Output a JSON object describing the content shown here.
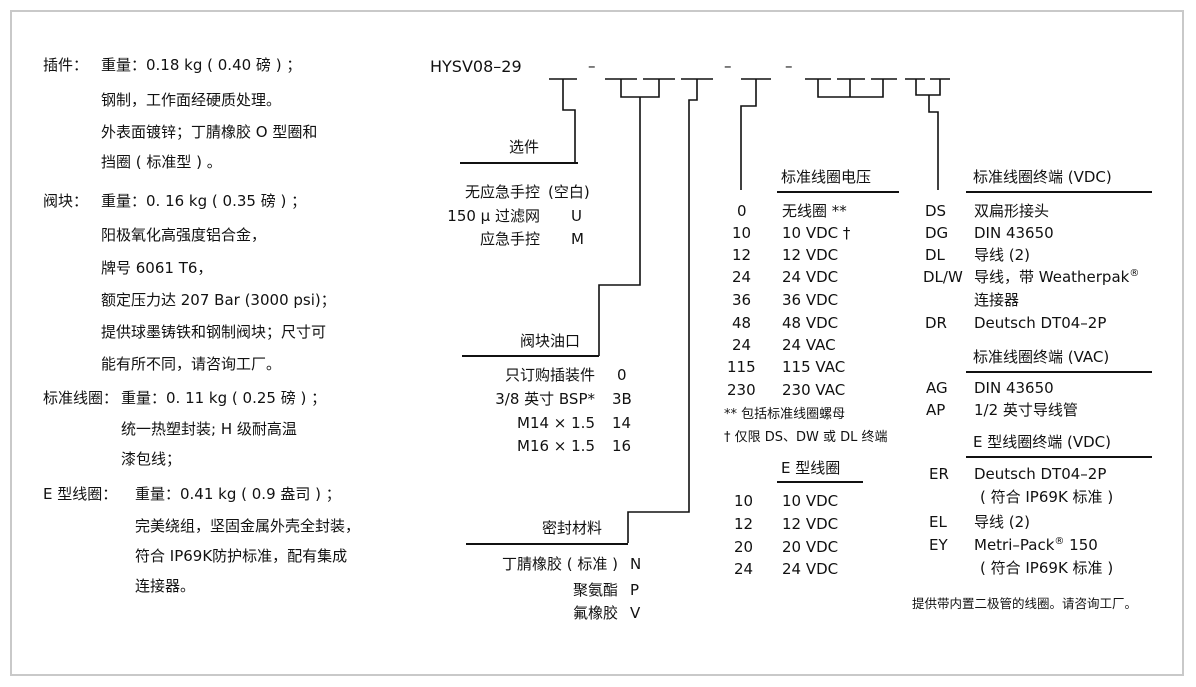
{
  "left": {
    "cartridge": {
      "label": "插件：",
      "lines": [
        "重量：0.18 kg ( 0.40 磅 ) ；",
        "钢制，工作面经硬质处理。",
        "外表面镀锌；丁腈橡胶 O 型圈和",
        "挡圈 ( 标准型 ) 。"
      ]
    },
    "body": {
      "label": "阀块：",
      "lines": [
        "重量：0. 16 kg ( 0.35 磅 ) ；",
        "阳极氧化高强度铝合金，",
        "牌号 6061 T6，",
        "额定压力达 207 Bar (3000 psi)；",
        "提供球墨铸铁和钢制阀块；尺寸可",
        "能有所不同，请咨询工厂。"
      ]
    },
    "std_coil": {
      "label": "标准线圈：",
      "lines": [
        "重量：0. 11 kg (  0.25 磅 ) ；",
        "统一热塑封装; H 级耐高温",
        "漆包线；"
      ]
    },
    "e_coil": {
      "label": "E 型线圈：",
      "lines": [
        "重量：0.41 kg ( 0.9 盎司 ) ；",
        "完美绕组，坚固金属外壳全封装，",
        "符合 IP69K防护标准，配有集成",
        "连接器。"
      ]
    }
  },
  "model": {
    "code": "HYSV08–29",
    "dashes": [
      "–",
      "–",
      "–"
    ]
  },
  "options": {
    "header": "选件",
    "rows": [
      {
        "label": "无应急手控",
        "code": "(空白)"
      },
      {
        "label": "150 µ  过滤网",
        "code": "U"
      },
      {
        "label": "应急手控",
        "code": "M"
      }
    ]
  },
  "ports": {
    "header": "阀块油口",
    "rows": [
      {
        "label": "只订购插装件",
        "code": "0"
      },
      {
        "label": "3/8 英寸 BSP*",
        "code": "3B"
      },
      {
        "label": "M14 × 1.5",
        "code": "14"
      },
      {
        "label": "M16 × 1.5",
        "code": "16"
      }
    ]
  },
  "seals": {
    "header": "密封材料",
    "rows": [
      {
        "label": "丁腈橡胶 ( 标准 )",
        "code": "N"
      },
      {
        "label": "聚氨酯",
        "code": "P"
      },
      {
        "label": "氟橡胶",
        "code": "V"
      }
    ]
  },
  "std_voltage": {
    "header": "标准线圈电压",
    "rows": [
      {
        "code": "0",
        "label": "无线圈 **"
      },
      {
        "code": "10",
        "label": "10 VDC †"
      },
      {
        "code": "12",
        "label": "12 VDC"
      },
      {
        "code": "24",
        "label": "24 VDC"
      },
      {
        "code": "36",
        "label": "36 VDC"
      },
      {
        "code": "48",
        "label": "48 VDC"
      },
      {
        "code": "24",
        "label": "24 VAC"
      },
      {
        "code": "115",
        "label": "115 VAC"
      },
      {
        "code": "230",
        "label": "230 VAC"
      }
    ],
    "note1": "** 包括标准线圈螺母",
    "note2": "† 仅限 DS、DW 或 DL 终端"
  },
  "e_voltage": {
    "header": "E 型线圈",
    "rows": [
      {
        "code": "10",
        "label": "10 VDC"
      },
      {
        "code": "12",
        "label": "12 VDC"
      },
      {
        "code": "20",
        "label": "20 VDC"
      },
      {
        "code": "24",
        "label": "24 VDC"
      }
    ]
  },
  "term_vdc": {
    "header": "标准线圈终端 (VDC)",
    "rows": [
      {
        "code": "DS",
        "label": "双扁形接头"
      },
      {
        "code": "DG",
        "label": "DIN 43650"
      },
      {
        "code": "DL",
        "label": "导线 (2)"
      },
      {
        "code": "DL/W",
        "label": "导线，带 Weatherpak",
        "sup": "®"
      },
      {
        "code": "",
        "label": "连接器"
      },
      {
        "code": "DR",
        "label": "Deutsch DT04–2P"
      }
    ]
  },
  "term_vac": {
    "header": "标准线圈终端 (VAC)",
    "rows": [
      {
        "code": "AG",
        "label": "DIN 43650"
      },
      {
        "code": "AP",
        "label": "1/2 英寸导线管"
      }
    ]
  },
  "term_e": {
    "header": "E 型线圈终端 (VDC)",
    "rows": [
      {
        "code": "ER",
        "label": "Deutsch DT04–2P"
      },
      {
        "code": "",
        "label": "( 符合 IP69K 标准 )"
      },
      {
        "code": "EL",
        "label": "导线 (2)"
      },
      {
        "code": "EY",
        "label": "Metri–Pack",
        "sup": "®",
        "tail": " 150"
      },
      {
        "code": "",
        "label": "( 符合 IP69K 标准 )"
      }
    ]
  },
  "footnote": "提供带内置二极管的线圈。请咨询工厂。"
}
